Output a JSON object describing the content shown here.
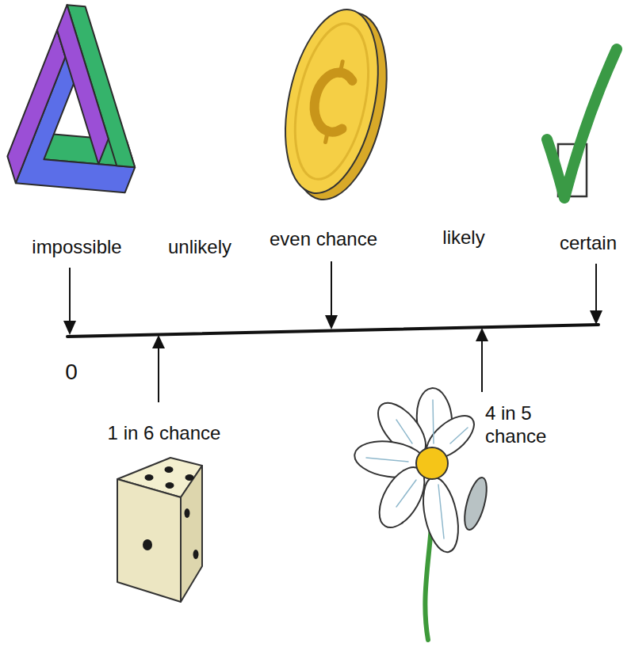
{
  "diagram": {
    "labels": [
      "impossible",
      "unlikely",
      "even chance",
      "likely",
      "certain",
      "0",
      "1 in 6 chance",
      "4 in 5 chance"
    ]
  }
}
